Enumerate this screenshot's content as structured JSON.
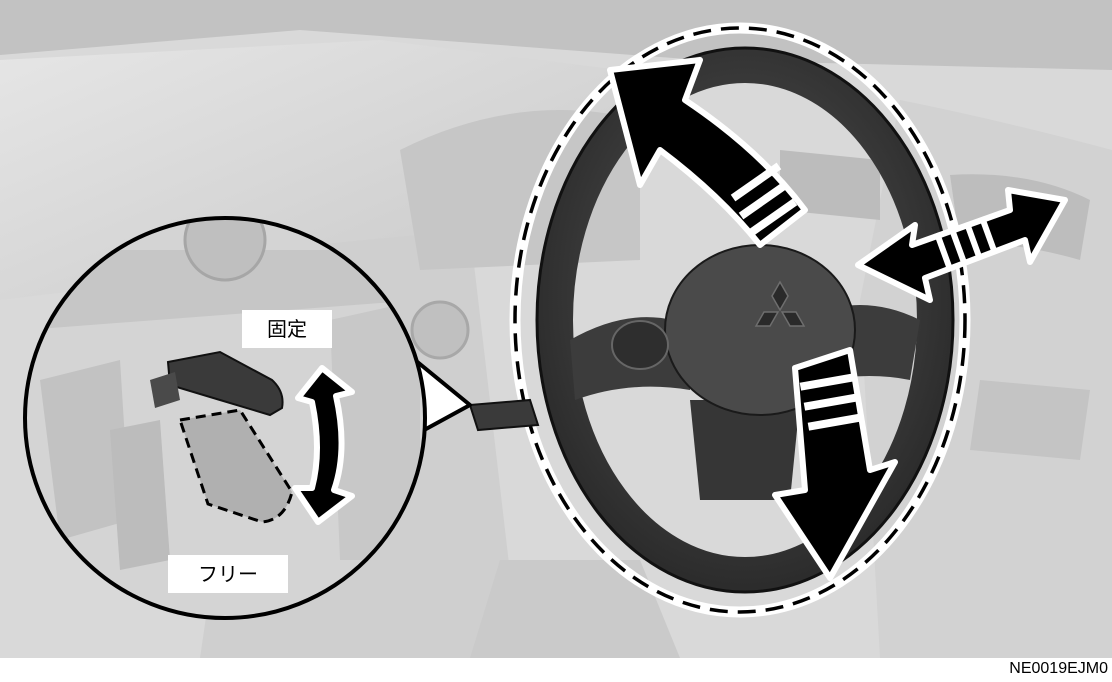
{
  "labels": {
    "lock": "固定",
    "free": "フリー"
  },
  "figure_code": "NE0019EJM0",
  "colors": {
    "background": "#ffffff",
    "interior": "#dcdcdc",
    "interior_dark": "#b4b4b4",
    "wheel": "#3a3a3a",
    "arrow": "#000000"
  },
  "icons": {
    "tilt_arrow": "tilt-adjust-arrow-icon",
    "telescopic_arrow": "telescopic-adjust-arrow-icon",
    "down_arrow": "tilt-down-arrow-icon",
    "lever_arrow": "lever-swing-arrow-icon",
    "brand_logo": "mitsubishi-logo-icon"
  }
}
